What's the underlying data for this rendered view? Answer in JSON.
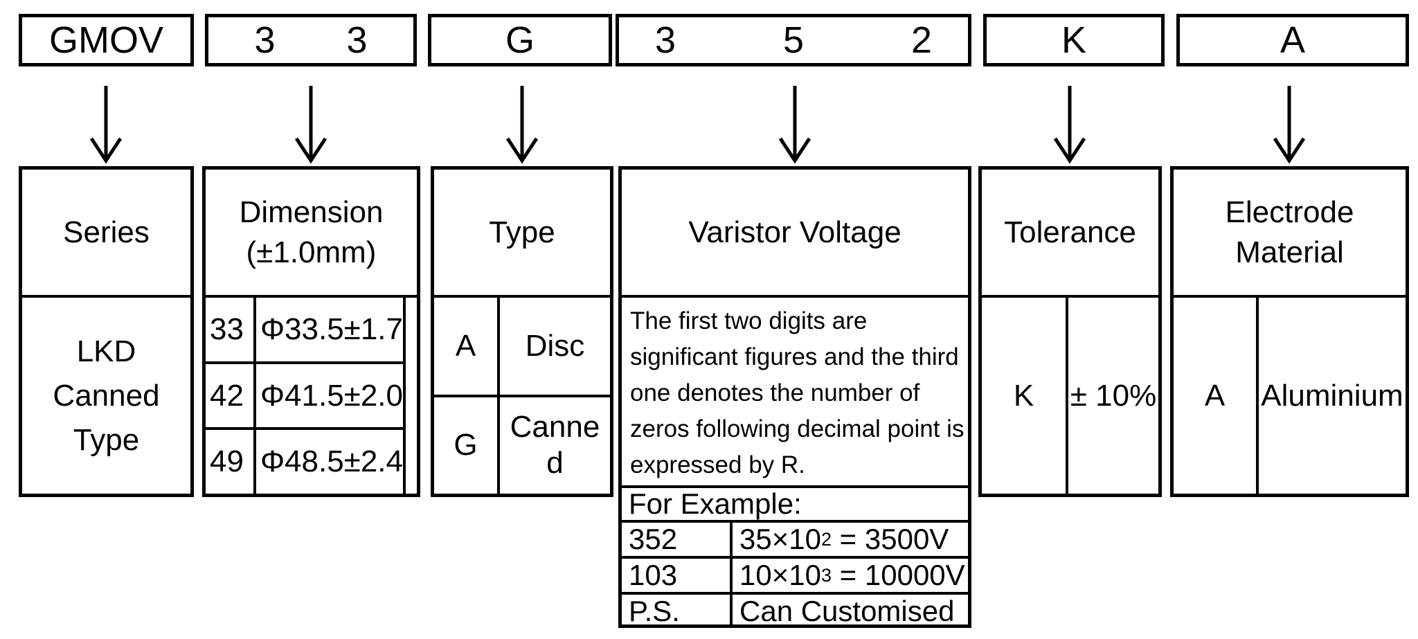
{
  "part_code": {
    "segments": [
      {
        "text": "GMOV"
      },
      {
        "text": "3 3"
      },
      {
        "text": "G"
      },
      {
        "text": "3 5 2"
      },
      {
        "text": "K"
      },
      {
        "text": "A"
      }
    ]
  },
  "series": {
    "title": "Series",
    "value_lines": [
      "LKD",
      "Canned",
      "Type"
    ]
  },
  "dimension": {
    "title": "Dimension (±1.0mm)",
    "rows": [
      {
        "code": "33",
        "value": "Φ33.5±1.7"
      },
      {
        "code": "42",
        "value": "Φ41.5±2.0"
      },
      {
        "code": "49",
        "value": "Φ48.5±2.4"
      }
    ]
  },
  "type": {
    "title": "Type",
    "rows": [
      {
        "code": "A",
        "value": "Disc"
      },
      {
        "code": "G",
        "value": "Canned"
      }
    ]
  },
  "varistor_voltage": {
    "title": "Varistor Voltage",
    "description": "The first two digits are significant figures and the third one denotes the number of zeros following decimal point is expressed by R.",
    "description_lines": [
      "The first two digits are",
      "significant figures and the third",
      "one denotes the number of",
      "zeros following decimal point is",
      "expressed by R."
    ],
    "example": {
      "header": "For Example:",
      "rows": [
        {
          "label": "352",
          "pre": "35×10",
          "sup": "2",
          "post": " = 3500V"
        },
        {
          "label": "103",
          "pre": "10×10",
          "sup": "3",
          "post": " = 10000V"
        },
        {
          "label": "P.S.",
          "pre": "Can Customised",
          "sup": "",
          "post": ""
        }
      ]
    }
  },
  "tolerance": {
    "title": "Tolerance",
    "code": "K",
    "value": "± 10%"
  },
  "electrode_material": {
    "title": "Electrode Material",
    "code": "A",
    "value": "Aluminium"
  }
}
